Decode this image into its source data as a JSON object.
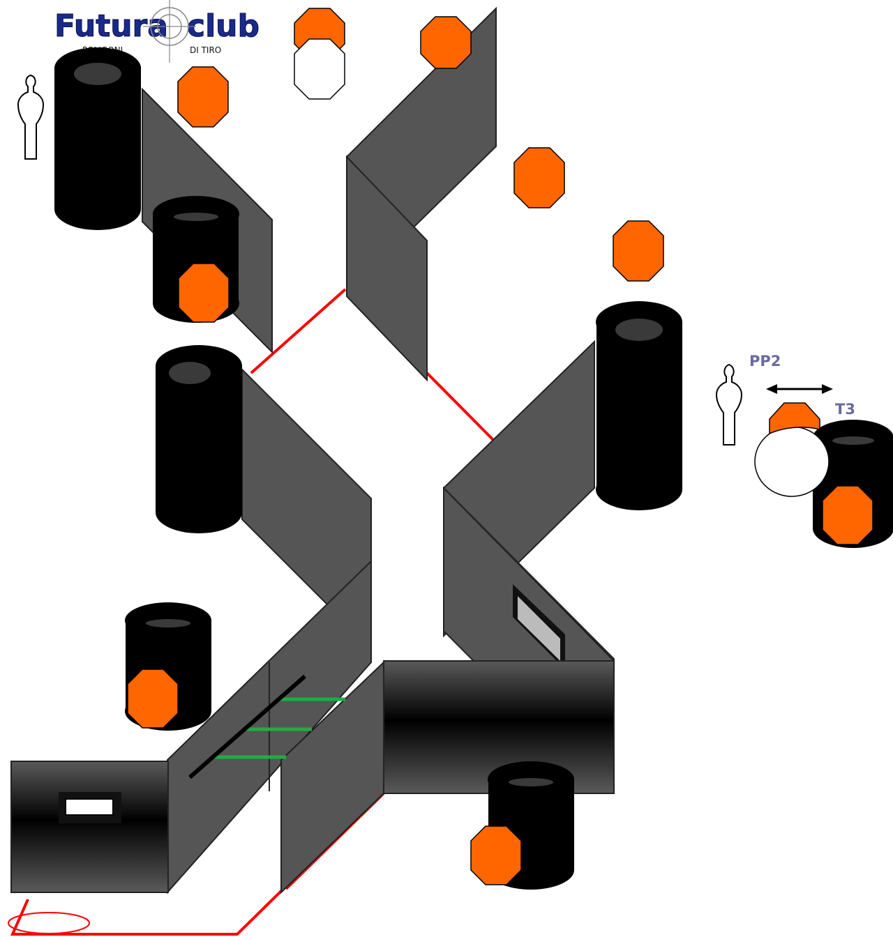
{
  "logo": {
    "word1": "Futura",
    "word2": "club",
    "sub1": "POLIGONI",
    "sub2": "DI TIRO",
    "color": "#1a2a8a"
  },
  "labels": {
    "pp2": "PP2",
    "t3": "T3",
    "color": "#6a6a9e"
  },
  "colors": {
    "barrel": "#000000",
    "barrel_top": "#3a3a3a",
    "wall": "#555555",
    "steel_target": "#ff6600",
    "no_shoot": "#ffffff",
    "fault_line": "#ff0000",
    "guide_line": "#22aa44",
    "port_fill": "#bbbbbb"
  },
  "legend_icons": [
    "silhouette-icon",
    "steel-plate-icon",
    "barrel-icon",
    "movement-arrow-icon"
  ]
}
